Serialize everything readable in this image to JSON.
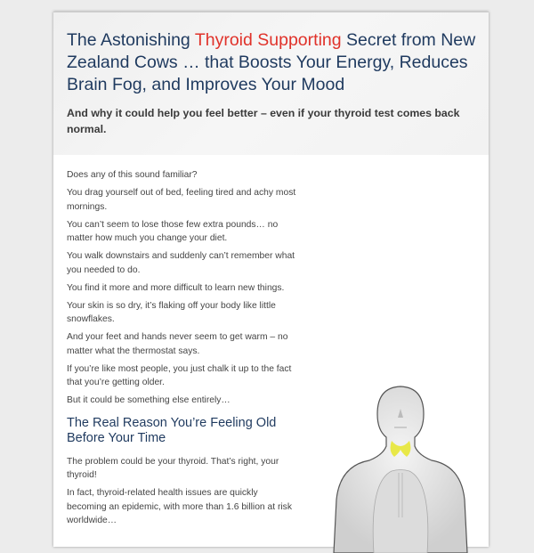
{
  "header": {
    "title_pre": "The Astonishing ",
    "title_highlight": "Thyroid Supporting",
    "title_post": " Secret from New Zealand Cows … that Boosts Your Energy, Reduces Brain Fog, and Improves Your Mood",
    "subtitle": "And why it could help you feel better – even if your thyroid test comes back normal."
  },
  "body": {
    "paragraphs_intro": [
      "Does any of this sound familiar?",
      "You drag yourself out of bed, feeling tired and achy most mornings.",
      "You can’t seem to lose those few extra pounds… no matter how much you change your diet.",
      "You walk downstairs and suddenly can’t remember what you needed to do.",
      "You find it more and more difficult to learn new things.",
      "Your skin is so dry, it’s flaking off your body like little snowflakes.",
      "And your feet and hands never seem to get warm – no matter what the thermostat says.",
      "If you’re like most people, you just chalk it up to the fact that you’re getting older.",
      "But it could be something else entirely…"
    ],
    "heading": "The Real Reason You’re Feeling Old Before Your Time",
    "paragraphs_after": [
      "The problem could be your thyroid. That’s right, your thyroid!",
      "In fact, thyroid-related health issues are quickly becoming an epidemic, with more than 1.6 billion at risk worldwide…"
    ]
  },
  "colors": {
    "title": "#1f3a5f",
    "highlight": "#e0322a",
    "thyroid": "#e6e62a"
  },
  "image": {
    "icon": "thyroid-anatomy-illustration"
  }
}
